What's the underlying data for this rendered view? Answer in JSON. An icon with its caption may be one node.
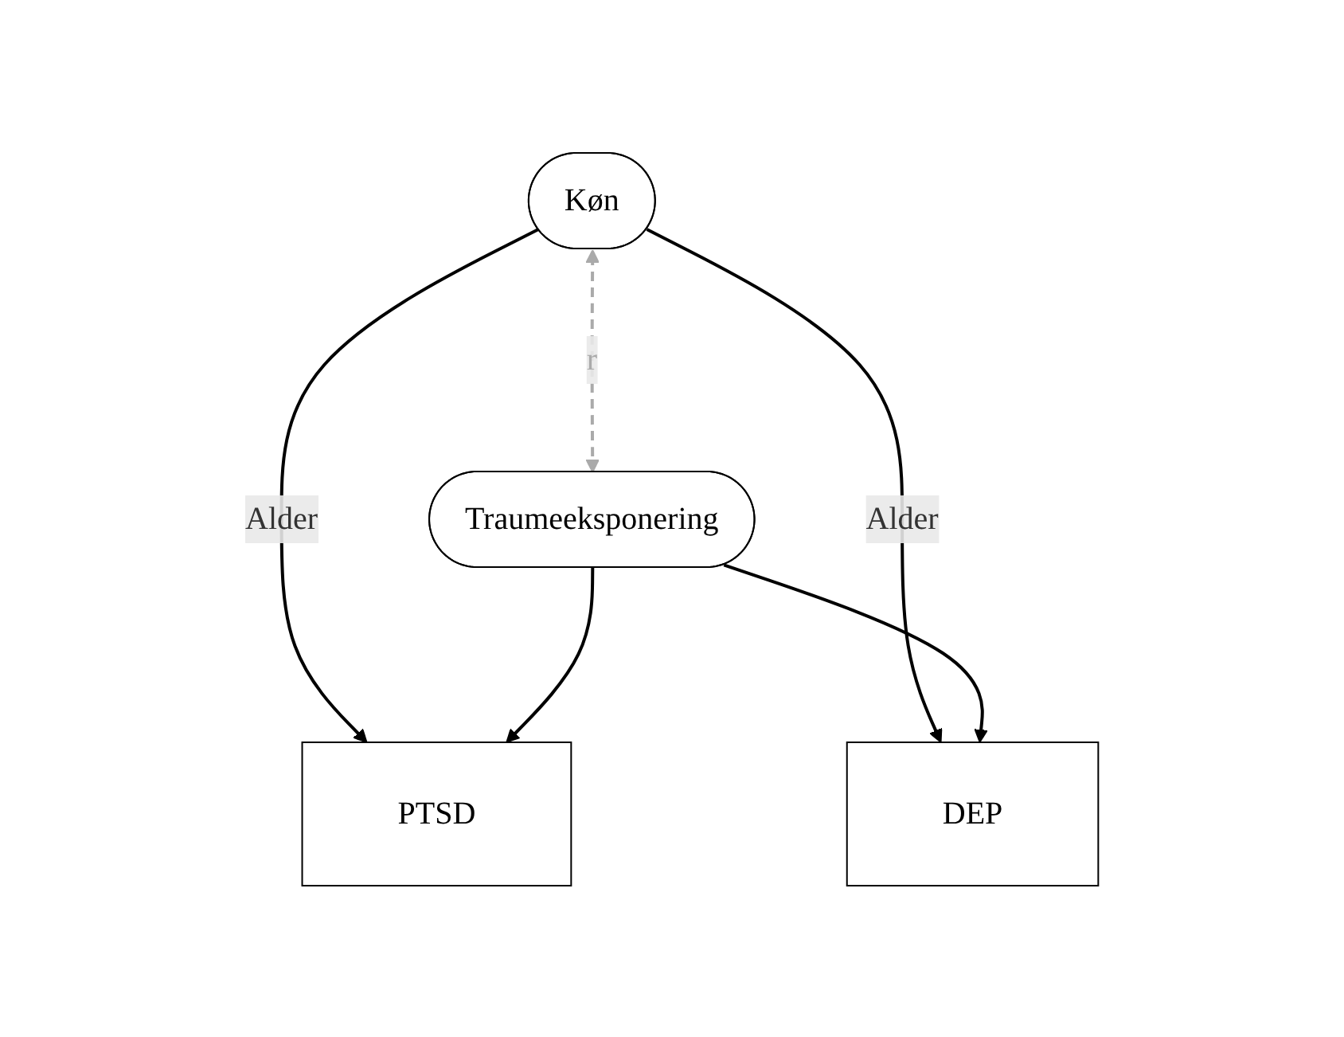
{
  "diagram": {
    "nodes": [
      {
        "text": [
          "Køn"
        ]
      },
      {
        "text": [
          "Traumeeksponering"
        ]
      },
      {
        "text": [
          "PTSD"
        ]
      },
      {
        "text": [
          "DEP"
        ]
      }
    ],
    "edges": [
      {
        "from": 0,
        "to": 1,
        "arrow": "both",
        "label": "r",
        "style": "dashed",
        "color": "#aaaaaa"
      },
      {
        "from": 0,
        "to": 2,
        "arrow": "to",
        "label": "Alder"
      },
      {
        "from": 0,
        "to": 3,
        "arrow": "to",
        "label": "Alder"
      },
      {
        "from": 1,
        "to": 2,
        "arrow": "to"
      },
      {
        "from": 1,
        "to": 3,
        "arrow": "to"
      }
    ]
  }
}
